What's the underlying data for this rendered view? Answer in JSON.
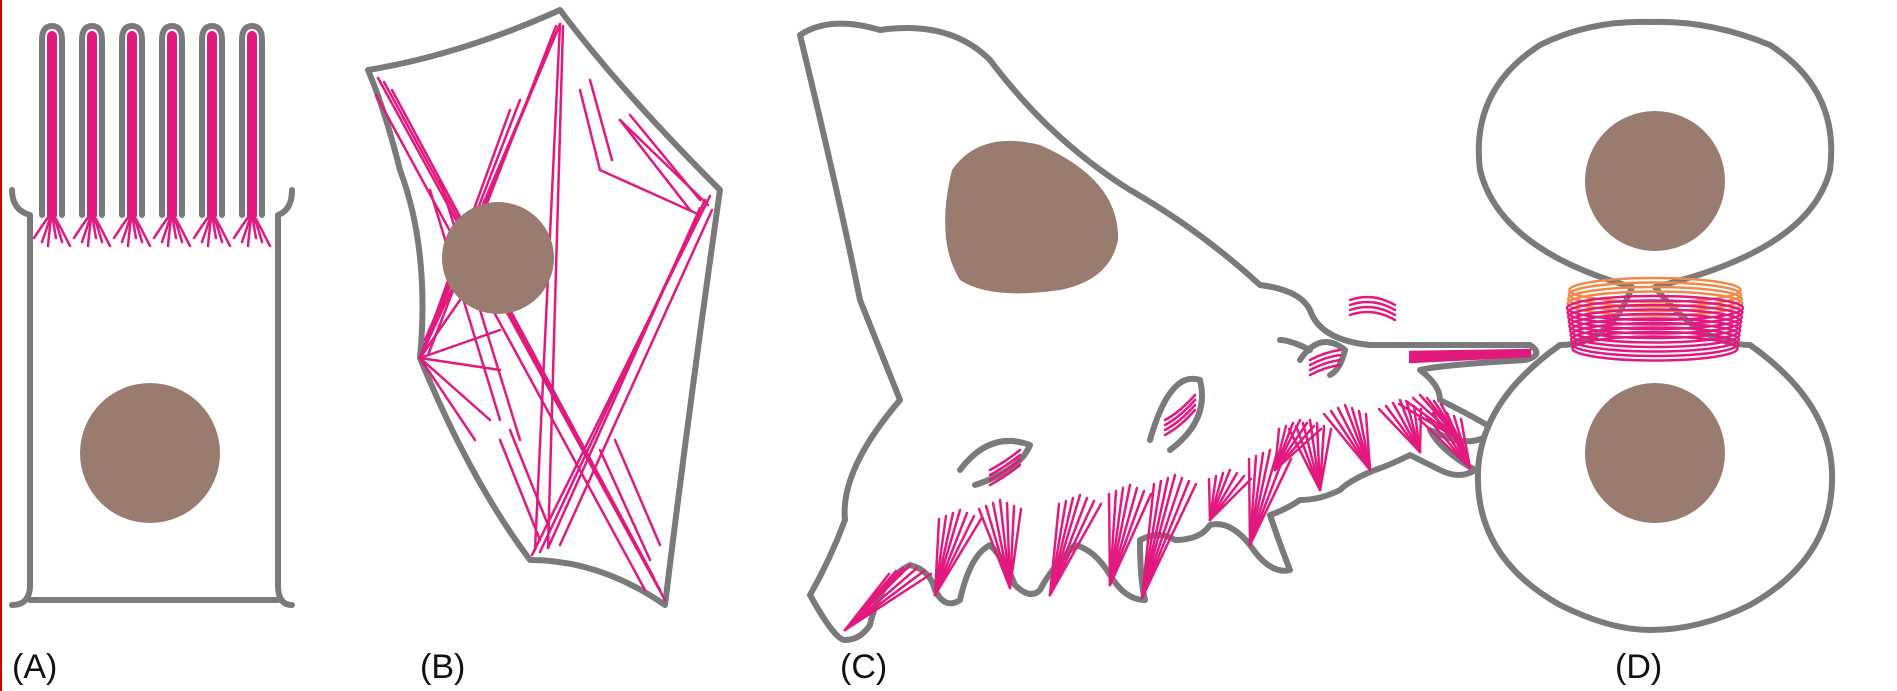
{
  "colors": {
    "outline": "#7a7a7a",
    "actin": "#e2197e",
    "nucleus": "#9a7b70",
    "contractile_ring_edge": "#f08a4b",
    "left_border": "#d40000"
  },
  "panels": {
    "a": {
      "label": "(A)"
    },
    "b": {
      "label": "(B)"
    },
    "c": {
      "label": "(C)"
    },
    "d": {
      "label": "(D)"
    }
  }
}
